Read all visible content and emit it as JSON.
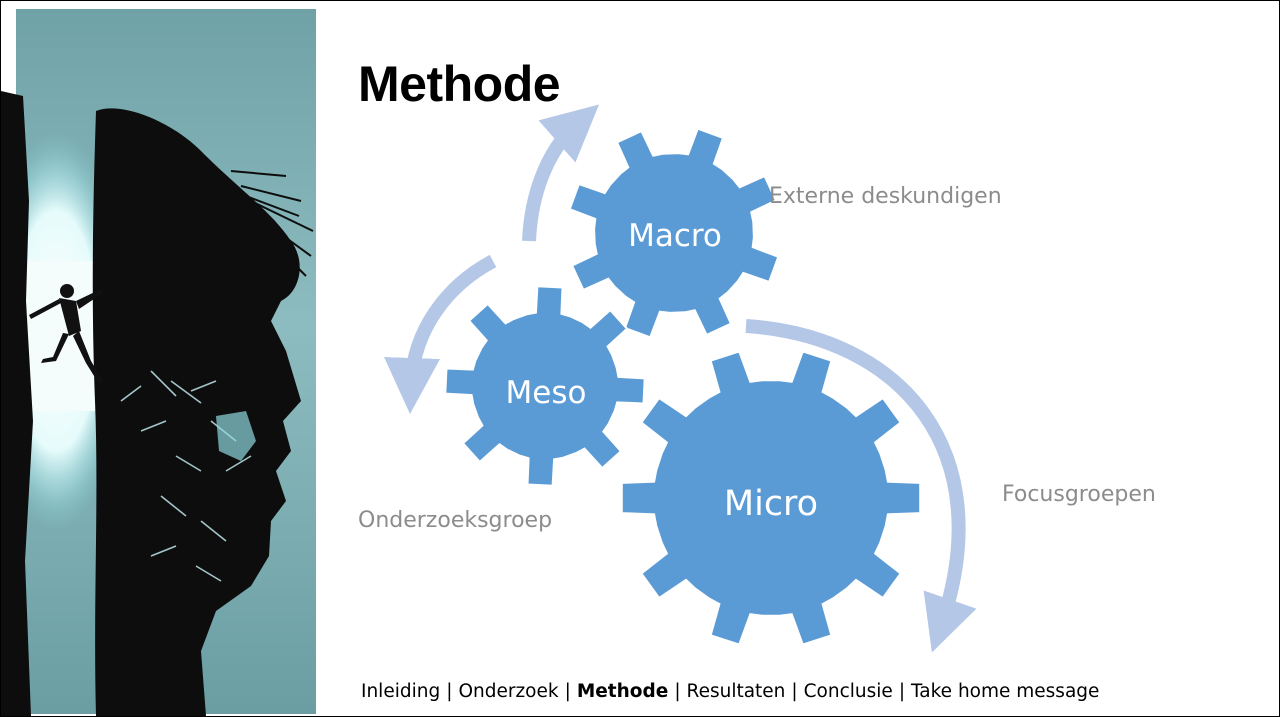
{
  "title": "Methode",
  "gears": {
    "macro": {
      "label": "Macro",
      "caption": "Externe deskundigen"
    },
    "meso": {
      "label": "Meso",
      "caption": "Onderzoeksgroep"
    },
    "micro": {
      "label": "Micro",
      "caption": "Focusgroepen"
    }
  },
  "footer": {
    "items": [
      "Inleiding",
      "Onderzoek",
      "Methode",
      "Resultaten",
      "Conclusie",
      "Take home message"
    ],
    "separator": "|",
    "active": "Methode"
  },
  "colors": {
    "gear": "#5b9bd5",
    "arrow": "#b4c7e7",
    "caption": "#8c8c8c",
    "background_image": "#7aa9ad"
  },
  "icons": {
    "illustration": "climber-face-silhouette-icon"
  }
}
